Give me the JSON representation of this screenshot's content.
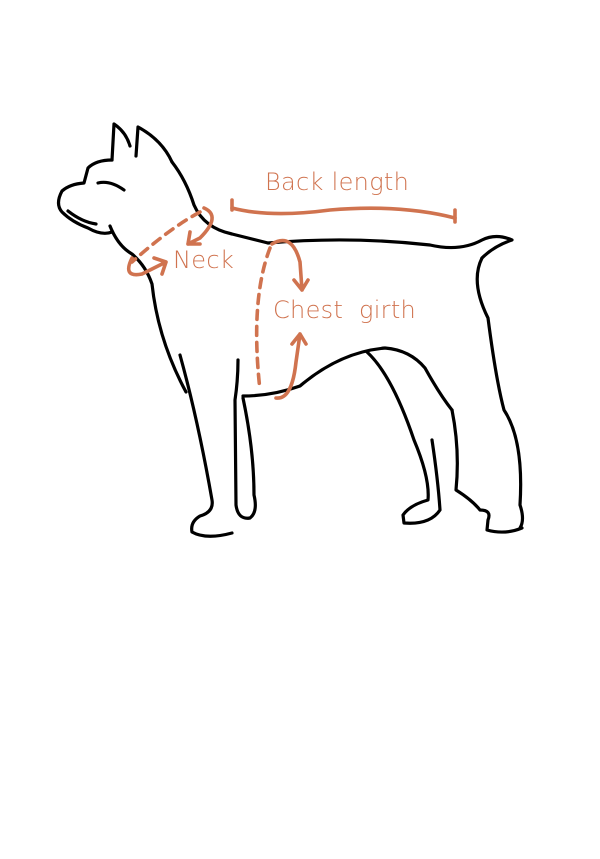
{
  "labels": {
    "back_length": "Back length",
    "neck": "Neck",
    "chest_girth": "Chest  girth"
  },
  "colors": {
    "accent": "#d0734f",
    "outline": "#000000"
  }
}
